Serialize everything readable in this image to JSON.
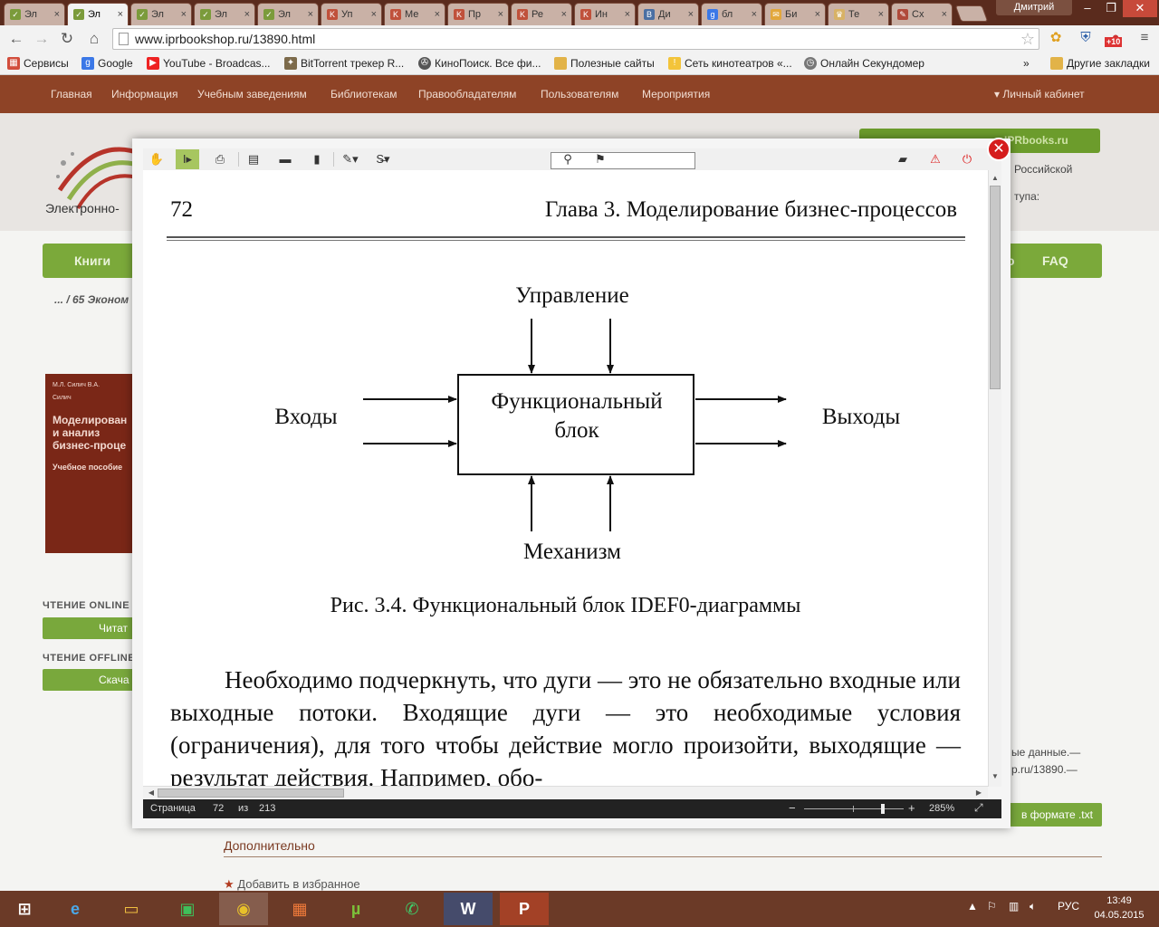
{
  "browser": {
    "tabs": [
      {
        "label": "Эл",
        "active": false,
        "icon": "bird-icon"
      },
      {
        "label": "Эл",
        "active": true,
        "icon": "bird-icon"
      },
      {
        "label": "Эл",
        "active": false,
        "icon": "bird-icon"
      },
      {
        "label": "Эл",
        "active": false,
        "icon": "bird-icon"
      },
      {
        "label": "Эл",
        "active": false,
        "icon": "bird-icon"
      },
      {
        "label": "Уп",
        "active": false,
        "icon": "kf-icon"
      },
      {
        "label": "Ме",
        "active": false,
        "icon": "kf-icon"
      },
      {
        "label": "Пр",
        "active": false,
        "icon": "kf-icon"
      },
      {
        "label": "Ре",
        "active": false,
        "icon": "kf-icon"
      },
      {
        "label": "Ин",
        "active": false,
        "icon": "kf-icon"
      },
      {
        "label": "Ди",
        "active": false,
        "icon": "vk-icon"
      },
      {
        "label": "бл",
        "active": false,
        "icon": "google-icon"
      },
      {
        "label": "Би",
        "active": false,
        "icon": "mail-icon"
      },
      {
        "label": "Те",
        "active": false,
        "icon": "crown-icon"
      },
      {
        "label": "Сх",
        "active": false,
        "icon": "pen-icon"
      }
    ],
    "user_name": "Дмитрий",
    "url": "www.iprbookshop.ru/13890.html",
    "extension_badge": "+10",
    "bookmarks": [
      {
        "label": "Сервисы",
        "icon": "apps-grid-icon"
      },
      {
        "label": "Google",
        "icon": "google-icon"
      },
      {
        "label": "YouTube - Broadcas...",
        "icon": "youtube-icon"
      },
      {
        "label": "BitTorrent трекер R...",
        "icon": "bittorrent-icon"
      },
      {
        "label": "КиноПоиск. Все фи...",
        "icon": "film-reel-icon"
      },
      {
        "label": "Полезные сайты",
        "icon": "folder-icon"
      },
      {
        "label": "Сеть кинотеатров «...",
        "icon": "torch-icon"
      },
      {
        "label": "Онлайн Секундомер",
        "icon": "stopwatch-icon"
      }
    ],
    "bookmarks_more": "»",
    "other_bookmarks": "Другие закладки"
  },
  "site": {
    "nav": [
      "Главная",
      "Информация",
      "Учебным заведениям",
      "Библиотекам",
      "Правообладателям",
      "Пользователям",
      "Мероприятия"
    ],
    "account": "▾ Личный кабинет",
    "logo_text": "Электронно-",
    "right_panel_head": "IPRbooks.ru",
    "right_panel_line1": "Российской",
    "right_panel_line2": "тупа:",
    "green_menu_left": "Книги",
    "green_menu_faq": "FAQ",
    "green_menu_p": "о",
    "breadcrumb": "... / 65 Эконом",
    "book_authors": "М.Л. Силич В.А. Силич",
    "book_title": "Моделирован и анализ бизнес-проце",
    "book_subtitle": "Учебное пособие",
    "read_online_label": "ЧТЕНИЕ ONLINE",
    "read_online_btn": "Читат",
    "read_offline_label": "ЧТЕНИЕ OFFLINE",
    "read_offline_btn": "Скача",
    "side_note1": "ые данные.—",
    "side_note2": "р.ru/13890.—",
    "txt_button": "в формате .txt",
    "more_title": "Дополнительно",
    "fav_link": "Добавить в избранное"
  },
  "reader": {
    "close": "✕",
    "search_value": "",
    "page_label": "Страница",
    "page_current": "72",
    "page_of": "из",
    "page_total": "213",
    "zoom": "285%",
    "zoom_minus": "−",
    "zoom_plus": "+",
    "zoom_level": 0.8,
    "document": {
      "page_number": "72",
      "chapter": "Глава 3. Моделирование бизнес-процессов",
      "diagram": {
        "control": "Управление",
        "block_line1": "Функциональный",
        "block_line2": "блок",
        "inputs": "Входы",
        "outputs": "Выходы",
        "mechanism": "Механизм"
      },
      "caption": "Рис. 3.4. Функциональный блок IDEF0-диаграммы",
      "paragraph": "Необходимо подчеркнуть, что дуги — это не обязательно входные или выходные потоки. Входящие дуги — это необходимые условия (ограничения), для того чтобы действие могло произойти, выходящие — результат действия. Например, обо-"
    }
  },
  "taskbar": {
    "apps": [
      "start-icon",
      "ie-icon",
      "explorer-icon",
      "store-icon",
      "chrome-icon",
      "apps-icon",
      "utorrent-icon",
      "whatsapp-icon",
      "word-icon",
      "powerpoint-icon"
    ],
    "language": "РУС",
    "time": "13:49",
    "date": "04.05.2015"
  },
  "colors": {
    "site_nav": "#8e4326",
    "site_green": "#7ba93a",
    "reader_active_tool": "#a7c660",
    "close_red": "#d51c1c",
    "taskbar": "#6b3a27"
  }
}
